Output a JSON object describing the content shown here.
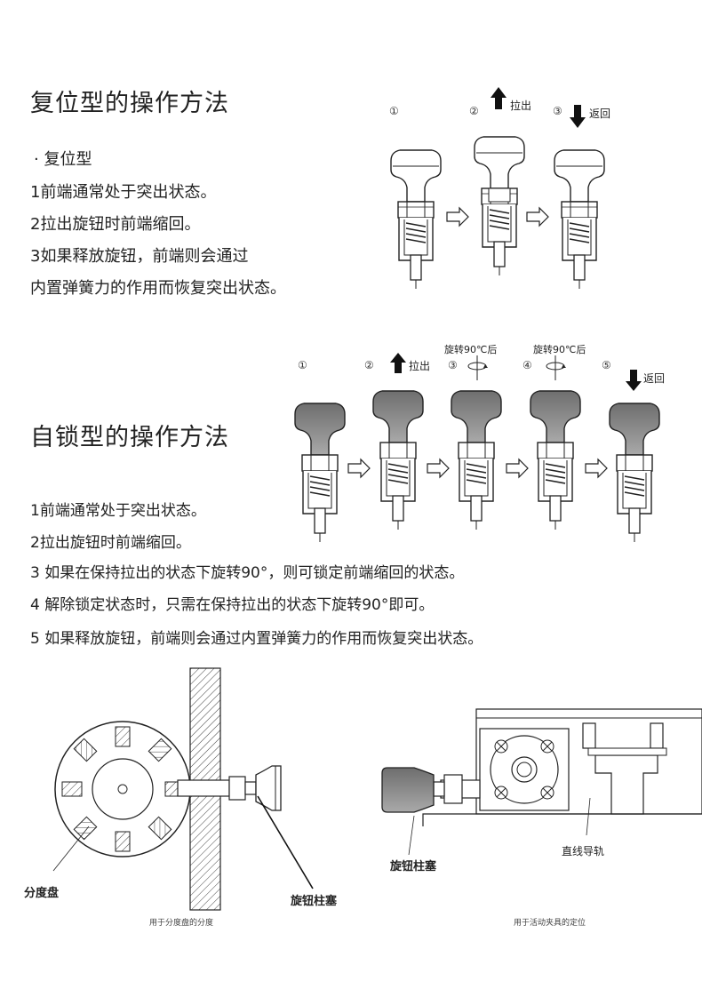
{
  "reset_section": {
    "title": "复位型的操作方法",
    "subtitle": "· 复位型",
    "lines": [
      "1前端通常处于突出状态。",
      "2拉出旋钮时前端缩回。",
      "3如果释放旋钮，前端则会通过",
      "内置弹簧力的作用而恢复突出状态。"
    ],
    "steps": [
      "①",
      "②",
      "③"
    ],
    "pull_label": "拉出",
    "return_label": "返回"
  },
  "lock_section": {
    "title": "自锁型的操作方法",
    "lines": [
      "1前端通常处于突出状态。",
      "2拉出旋钮时前端缩回。",
      "3 如果在保持拉出的状态下旋转90°，则可锁定前端缩回的状态。",
      "4 解除锁定状态时，只需在保持拉出的状态下旋转90°即可。",
      "5 如果释放旋钮，前端则会通过内置弹簧力的作用而恢复突出状态。"
    ],
    "steps": [
      "①",
      "②",
      "③",
      "④",
      "⑤"
    ],
    "pull_label": "拉出",
    "rotate_label": "旋转90℃后",
    "return_label": "返回"
  },
  "application": {
    "left_label_disc": "分度盘",
    "left_label_plunger": "旋钮柱塞",
    "left_caption": "用于分度盘的分度",
    "right_label_plunger": "旋钮柱塞",
    "right_label_rail": "直线导轨",
    "right_caption": "用于活动夹具的定位"
  },
  "colors": {
    "knob_dark": "#8a8a8a",
    "knob_light": "#ffffff",
    "line": "#222222"
  }
}
